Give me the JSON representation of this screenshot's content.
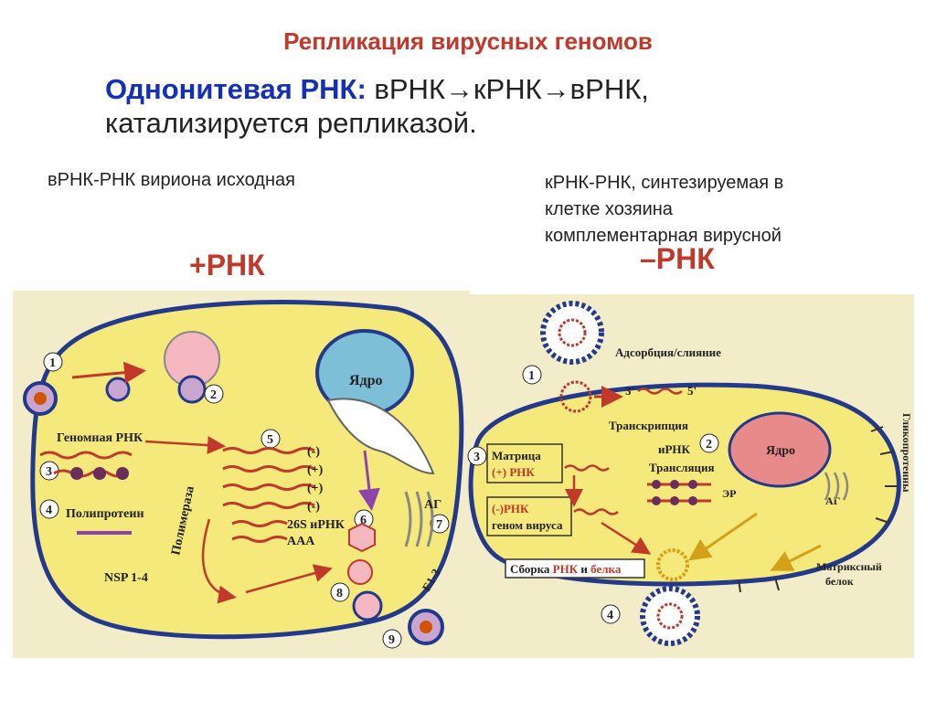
{
  "slide": {
    "title": "Репликация вирусных геномов",
    "line1_highlight": "Однонитевая РНК",
    "line1_sep": ": ",
    "line1_rest": "вРНК→кРНК→вРНК,",
    "line2": "катализируется репликазой.",
    "caption_left": "вРНК-РНК вириона исходная",
    "caption_right_1": "кРНК-РНК, синтезируемая в",
    "caption_right_2": "клетке хозяина",
    "caption_right_3": "комплементарная вирусной",
    "plus_label": "+РНК",
    "minus_label": "–РНК"
  },
  "left_figure": {
    "steps": [
      "1",
      "2",
      "3",
      "4",
      "5",
      "6",
      "7",
      "8",
      "9"
    ],
    "genomic_rna": "Геномная РНК",
    "polyprotein": "Полипротеин",
    "nsp": "NSP 1-4",
    "polymerase": "Полимераза",
    "strands": [
      "(-)",
      "(+)",
      "(+)",
      "(-)"
    ],
    "mrna_26s": "26S иРНК",
    "aaa": "AAA",
    "nucleus": "Ядро",
    "golgi": "АГ",
    "e13": "E1-3"
  },
  "right_figure": {
    "steps": [
      "1",
      "2",
      "3",
      "4"
    ],
    "adsorption": "Адсорбция/слияние",
    "end3": "3'",
    "end5": "5'",
    "transcription": "Транскрипция",
    "mrna": "иРНК",
    "translation": "Трансляция",
    "matrix": "Матрица",
    "plus_rna": "(+) РНК",
    "minus_rna": "(-)РНК",
    "virus_genome": "геном вируса",
    "nucleus": "Ядро",
    "er": "ЭР",
    "ag": "АГ",
    "assembly_prefix": "Сборка ",
    "assembly_rna": "РНК",
    "assembly_and": " и ",
    "assembly_protein": "белка",
    "glycoproteins": "Гликопротеины",
    "matrix_protein_1": "Матриксный",
    "matrix_protein_2": "белок"
  }
}
